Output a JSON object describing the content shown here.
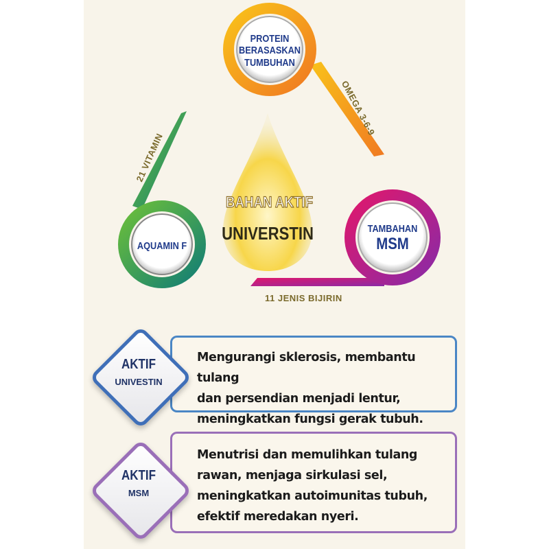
{
  "center": {
    "title": "BAHAN AKTIF",
    "subtitle": "UNIVERSTIN"
  },
  "nodes": [
    {
      "lines": [
        "PROTEIN",
        "BERASASKAN",
        "TUMBUHAN"
      ],
      "tail_label": "OMEGA 3-6-9",
      "color": "#f29a1e"
    },
    {
      "lines": [
        "TAMBAHAN",
        "MSM"
      ],
      "tail_label": "11 JENIS BIJIRIN",
      "color": "#c2188a"
    },
    {
      "lines": [
        "AQUAMIN F"
      ],
      "tail_label": "21 VITAMIN",
      "color": "#1f9a74"
    }
  ],
  "cards": [
    {
      "badge_top": "AKTIF",
      "badge_bottom": "UNIVESTIN",
      "text": [
        "Mengurangi sklerosis, membantu tulang",
        "dan persendian menjadi lentur,",
        "meningkatkan fungsi gerak tubuh."
      ],
      "color": "#4a86c5"
    },
    {
      "badge_top": "AKTIF",
      "badge_bottom": "MSM",
      "text": [
        "Menutrisi dan memulihkan tulang",
        "rawan, menjaga sirkulasi sel,",
        "meningkatkan autoimunitas tubuh,",
        "efektif meredakan nyeri."
      ],
      "color": "#9a6fb8"
    }
  ]
}
